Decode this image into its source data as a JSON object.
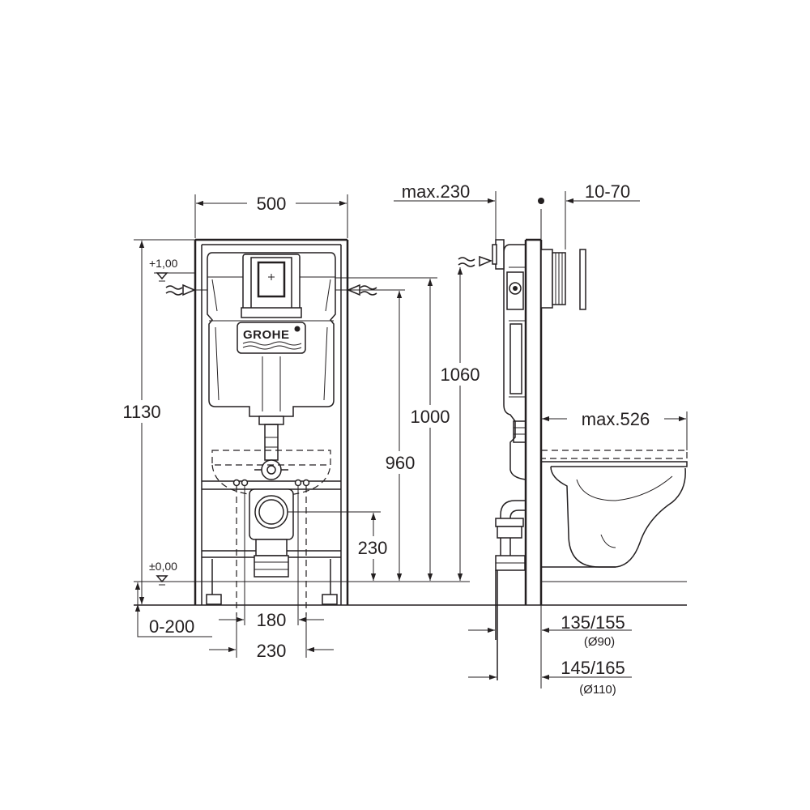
{
  "front_view": {
    "width_label": "500",
    "height_label": "1130",
    "level_top_label": "+1,00",
    "level_bottom_label": "±0,00",
    "label_1060": "1060",
    "label_1000": "1000",
    "label_960": "960",
    "label_230_vertical": "230",
    "label_0_200": "0-200",
    "label_180": "180",
    "label_230_horizontal": "230",
    "brand_logo_text": "GROHE"
  },
  "side_view": {
    "label_max230": "max.230",
    "label_10_70": "10-70",
    "label_max526": "max.526",
    "label_135_155": "135/155",
    "label_d90": "(Ø90)",
    "label_145_165": "145/165",
    "label_d110": "(Ø110)"
  }
}
